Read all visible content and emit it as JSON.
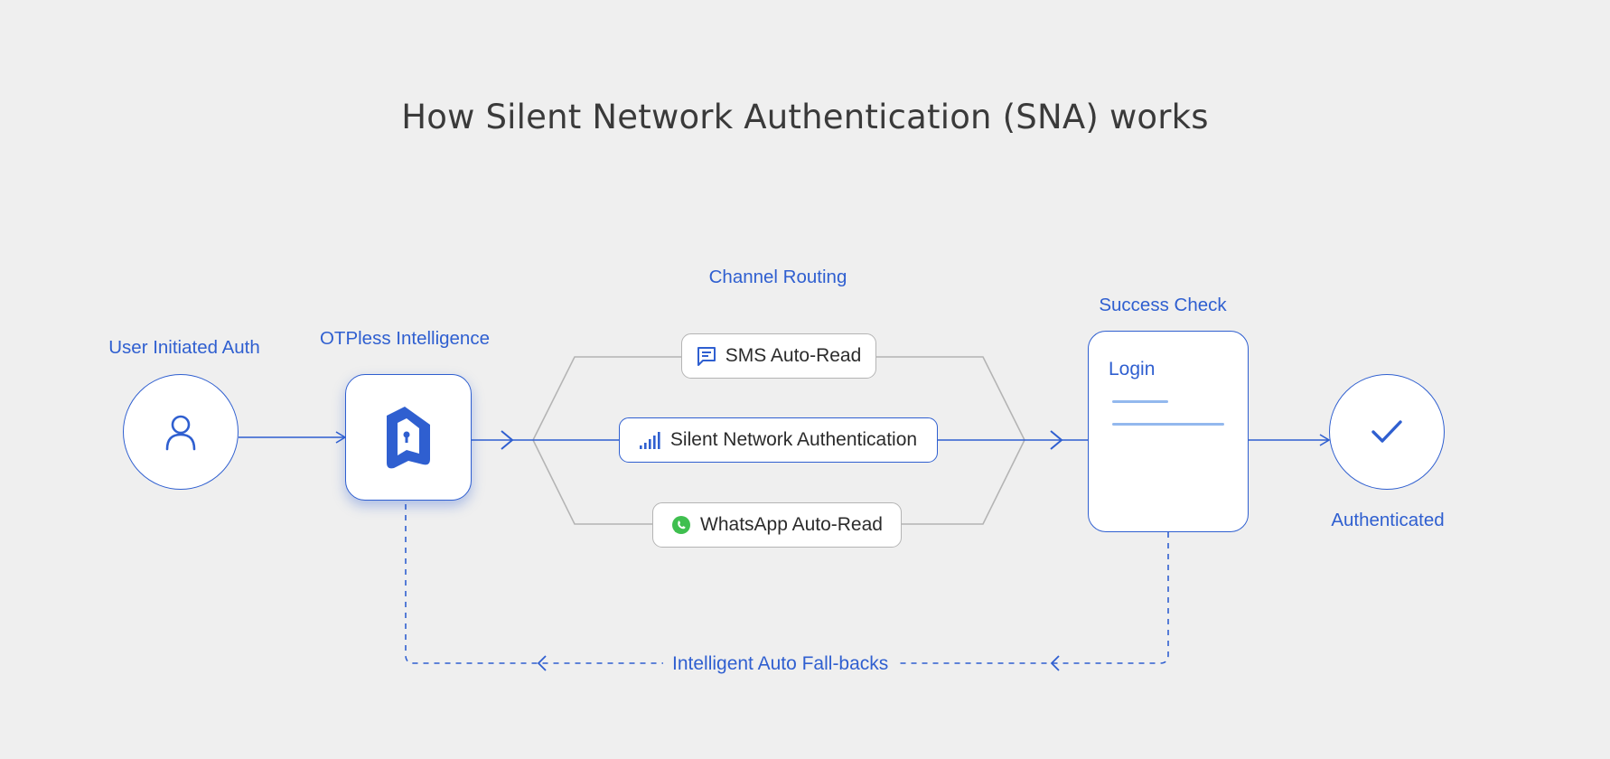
{
  "title": "How Silent Network Authentication (SNA) works",
  "stages": {
    "user": "User Initiated Auth",
    "engine": "OTPless Intelligence",
    "routing": "Channel Routing",
    "check": "Success Check",
    "done": "Authenticated"
  },
  "channels": {
    "sms": "SMS Auto-Read",
    "sna": "Silent Network Authentication",
    "whatsapp": "WhatsApp Auto-Read"
  },
  "login_card": {
    "title": "Login"
  },
  "fallback": "Intelligent Auto Fall-backs",
  "icons": {
    "user": "user-icon",
    "engine": "otpless-logo",
    "sms": "chat-bubble-icon",
    "sna": "signal-bars-icon",
    "whatsapp": "whatsapp-icon",
    "done": "checkmark-icon"
  },
  "colors": {
    "accent": "#2f5fd0",
    "background": "#efefef",
    "muted_line": "#b4b4b4",
    "whatsapp_green": "#3fbf4f",
    "login_lines": "#93b8ee"
  }
}
